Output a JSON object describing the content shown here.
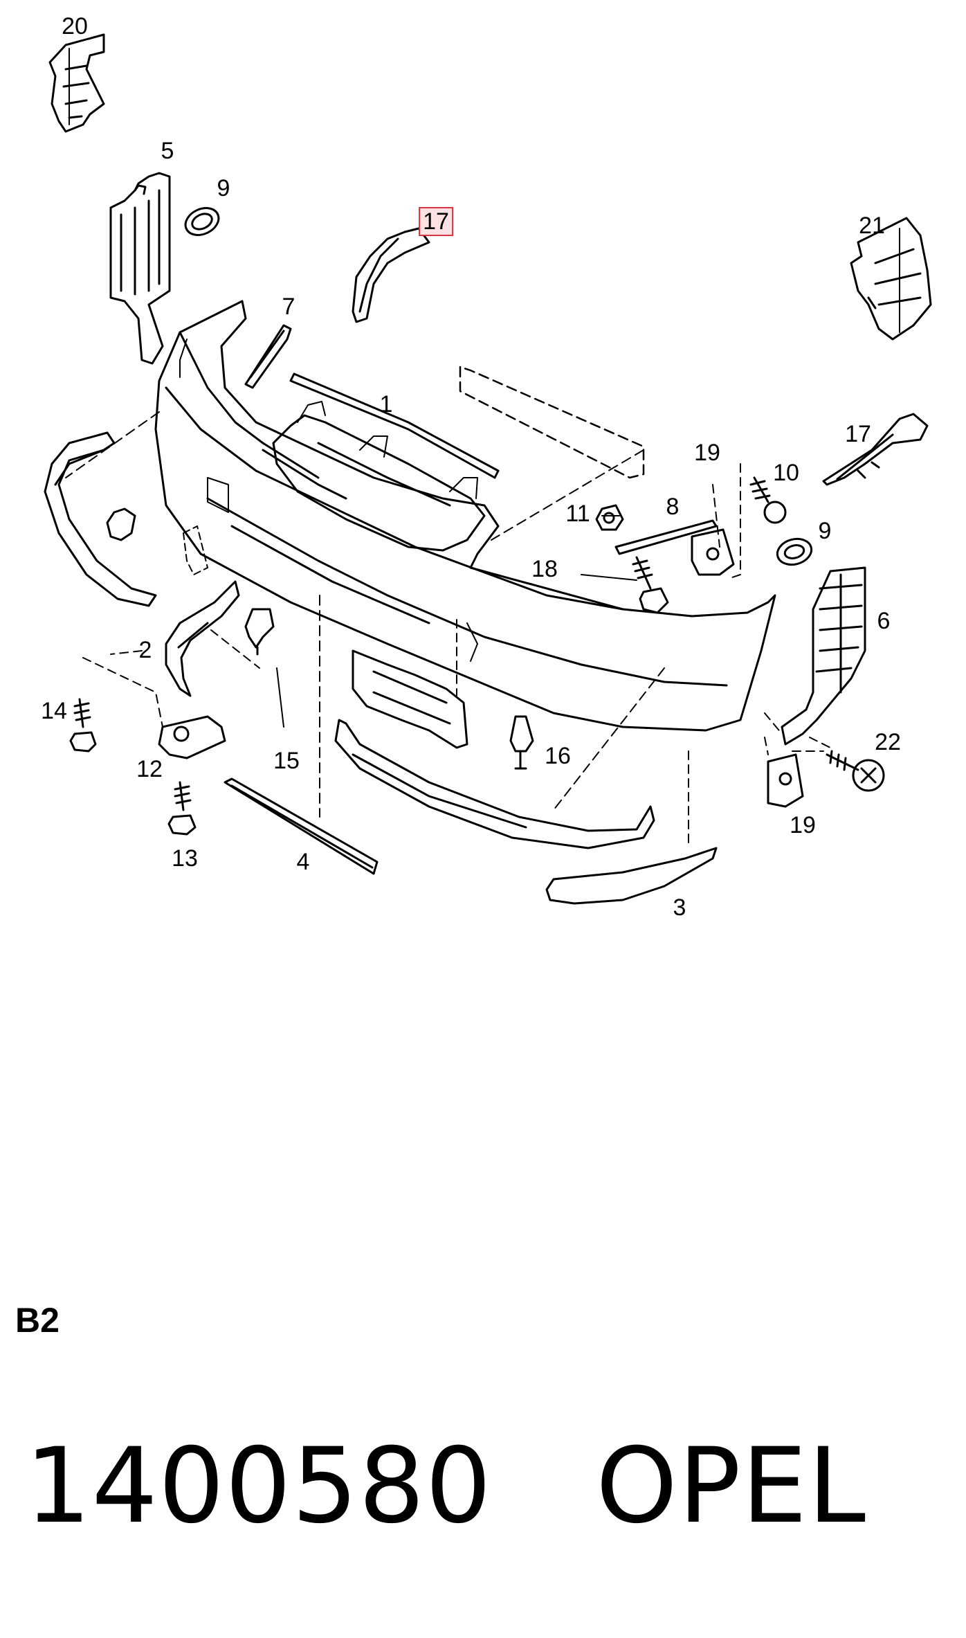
{
  "diagram": {
    "labels": [
      {
        "id": "20",
        "text": "20"
      },
      {
        "id": "5",
        "text": "5"
      },
      {
        "id": "9a",
        "text": "9"
      },
      {
        "id": "17a",
        "text": "17",
        "highlight": true
      },
      {
        "id": "21",
        "text": "21"
      },
      {
        "id": "7",
        "text": "7"
      },
      {
        "id": "1",
        "text": "1"
      },
      {
        "id": "17b",
        "text": "17"
      },
      {
        "id": "19a",
        "text": "19"
      },
      {
        "id": "10",
        "text": "10"
      },
      {
        "id": "11",
        "text": "11"
      },
      {
        "id": "8",
        "text": "8"
      },
      {
        "id": "9b",
        "text": "9"
      },
      {
        "id": "18",
        "text": "18"
      },
      {
        "id": "6",
        "text": "6"
      },
      {
        "id": "2",
        "text": "2"
      },
      {
        "id": "14",
        "text": "14"
      },
      {
        "id": "15",
        "text": "15"
      },
      {
        "id": "16",
        "text": "16"
      },
      {
        "id": "22",
        "text": "22"
      },
      {
        "id": "12",
        "text": "12"
      },
      {
        "id": "19b",
        "text": "19"
      },
      {
        "id": "13",
        "text": "13"
      },
      {
        "id": "4",
        "text": "4"
      },
      {
        "id": "3",
        "text": "3"
      }
    ]
  },
  "section_code": "B2",
  "part_number": "1400580",
  "brand": "OPEL",
  "colors": {
    "line": "#000000",
    "highlight_border": "#d9333f",
    "highlight_fill": "#fde2e4"
  }
}
